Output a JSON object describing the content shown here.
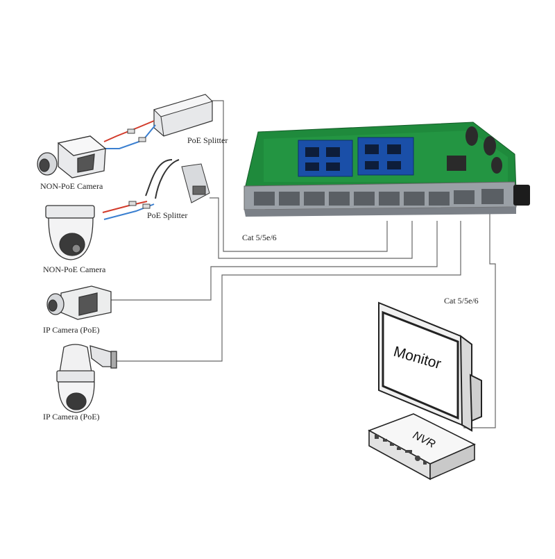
{
  "labels": {
    "poe_splitter_1": "PoE Splitter",
    "poe_splitter_2": "PoE Splitter",
    "non_poe_camera_1": "NON-PoE Camera",
    "non_poe_camera_2": "NON-PoE Camera",
    "ip_camera_1": "IP Camera (PoE)",
    "ip_camera_2": "IP Camera (PoE)",
    "cable_1": "Cat 5/5e/6",
    "cable_2": "Cat 5/5e/6"
  },
  "monitor": {
    "screen_text": "Monitor"
  },
  "nvr": {
    "label": "NVR"
  },
  "colors": {
    "pcb": "#1f8a3c",
    "heatsink": "#1a4fa8",
    "port_metal": "#9aa0a6",
    "cable_red": "#d23a2a",
    "cable_blue": "#3a7fd0",
    "line": "#555555"
  }
}
